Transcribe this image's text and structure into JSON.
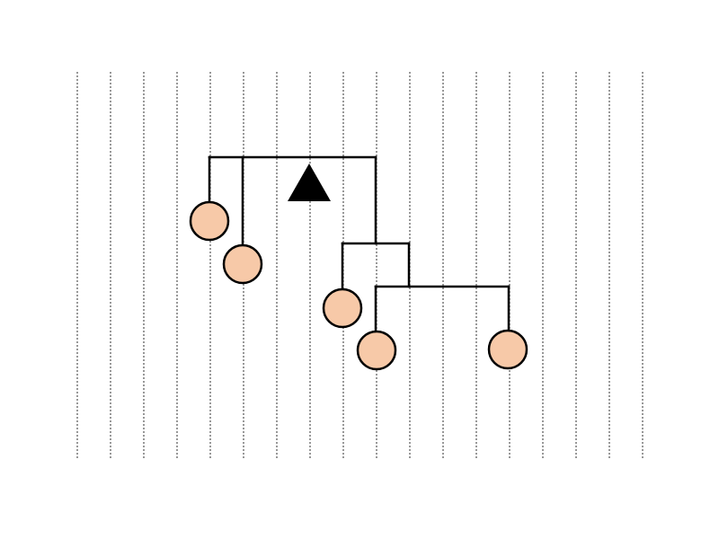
{
  "diagram": {
    "type": "tree",
    "colors": {
      "background": "#ffffff",
      "gridline": "#000000",
      "edge": "#000000",
      "leaf_fill": "#f7c9a8",
      "leaf_stroke": "#000000",
      "root_marker": "#000000"
    },
    "root_marker": "triangle",
    "leaf_shape": "circle",
    "nodes": [
      {
        "id": "root",
        "kind": "internal"
      },
      {
        "id": "leaf-a",
        "kind": "leaf"
      },
      {
        "id": "leaf-b",
        "kind": "leaf"
      },
      {
        "id": "n1",
        "kind": "internal"
      },
      {
        "id": "leaf-c",
        "kind": "leaf"
      },
      {
        "id": "n2",
        "kind": "internal"
      },
      {
        "id": "leaf-d",
        "kind": "leaf"
      },
      {
        "id": "leaf-e",
        "kind": "leaf"
      }
    ],
    "edges": [
      {
        "from": "root",
        "to": "leaf-a"
      },
      {
        "from": "root",
        "to": "leaf-b"
      },
      {
        "from": "root",
        "to": "n1"
      },
      {
        "from": "n1",
        "to": "leaf-c"
      },
      {
        "from": "n1",
        "to": "n2"
      },
      {
        "from": "n2",
        "to": "leaf-d"
      },
      {
        "from": "n2",
        "to": "leaf-e"
      }
    ]
  }
}
